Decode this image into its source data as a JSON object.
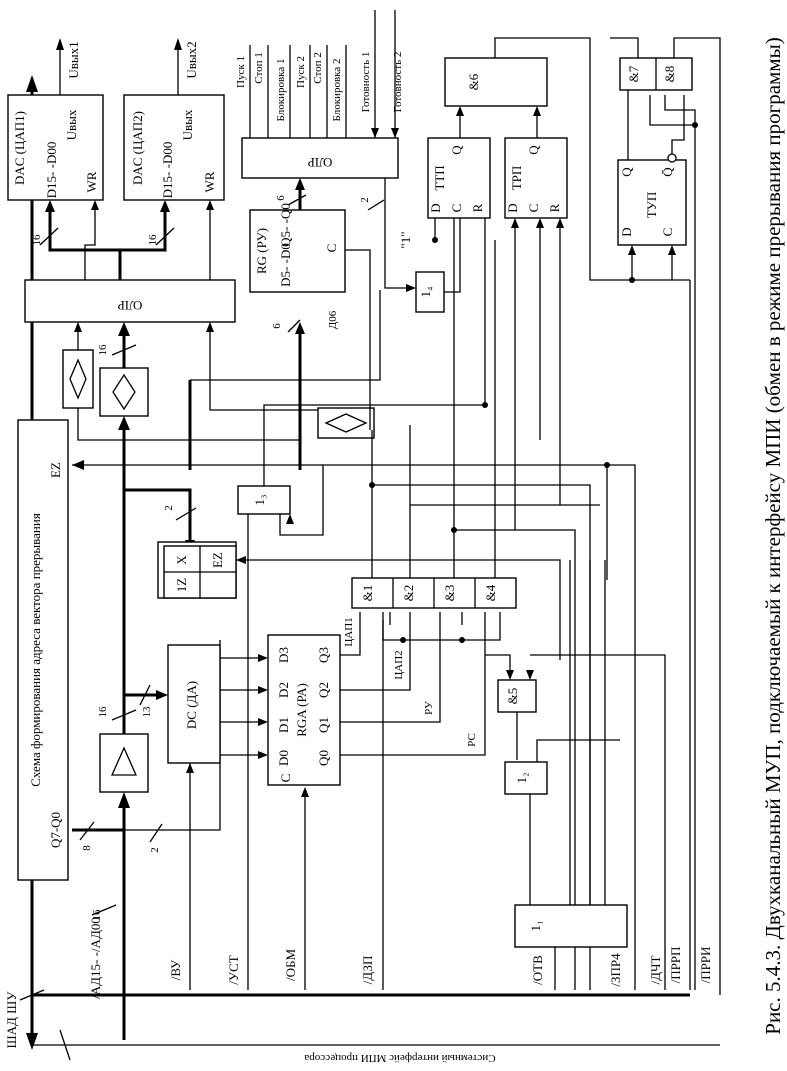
{
  "figure": {
    "caption": "Рис. 5.4.3. Двухканальный МУП, подключаемый к интерфейсу МПИ (обмен в режиме прерывания программы)",
    "interface_label": "Системный интерфейс МПИ процессора",
    "bus_label": "ШАД ШУ"
  },
  "blocks": {
    "vector_scheme": "Схема формирования адреса вектора прерывания",
    "vector_outputs": "Q7-Q0",
    "vector_ez": "EZ",
    "orp_label": "ОЛР",
    "dac1_title": "DAC (ЦАП1)",
    "dac2_title": "DAC (ЦАП2)",
    "dac_inputs": "D15- -D00",
    "dac_out": "Uвых",
    "dac_wr": "WR",
    "rg_title": "RG (РУ)",
    "rg_d": "D5- -D0",
    "rg_q": "Q5- -Q0",
    "rg_c": "C",
    "dc_title": "DC (ДА)",
    "rga_title": "RGA (РА)",
    "rga_d": [
      "D0",
      "D1",
      "D2",
      "D3"
    ],
    "rga_q": [
      "Q0",
      "Q1",
      "Q2",
      "Q3"
    ],
    "rga_c": "C",
    "sel_1z": "1Z",
    "sel_x": "X",
    "sel_ez": "EZ",
    "and_gates": [
      "&1",
      "&2",
      "&3",
      "&4"
    ],
    "and5": "&5",
    "and6": "&6",
    "and7": "&7",
    "and8": "&8",
    "or1": "1₁",
    "or2": "1₂",
    "or3": "1₃",
    "or4": "1₄",
    "ttp": "ТТП",
    "trp": "ТРП",
    "tup": "ТУП",
    "ff_pins": [
      "D",
      "C",
      "R",
      "Q"
    ],
    "tup_qbar": "Q̄",
    "one_const": "\"1\""
  },
  "signals": {
    "outputs_dac": [
      "Uвых1",
      "Uвых2"
    ],
    "control_outputs": [
      "Пуск 1",
      "Стоп 1",
      "Блокировка 1",
      "Пуск 2",
      "Стоп 2",
      "Блокировка 2",
      "Готовность 1",
      "Готовность 2"
    ],
    "bus_signals": [
      "/АД15- -/АД00",
      "/ВУ",
      "/УСТ",
      "/ОБМ",
      "/ДЗП",
      "/ОТВ",
      "/ЗПР4",
      "/ДЧТ",
      "/ПРРП",
      "/ПРРИ"
    ],
    "internal": [
      "ЦАП1",
      "ЦАП2",
      "РУ",
      "РС",
      "Д06"
    ],
    "widths": [
      "16",
      "16",
      "16",
      "16",
      "16",
      "13",
      "8",
      "2",
      "2",
      "6",
      "6",
      "2"
    ]
  }
}
